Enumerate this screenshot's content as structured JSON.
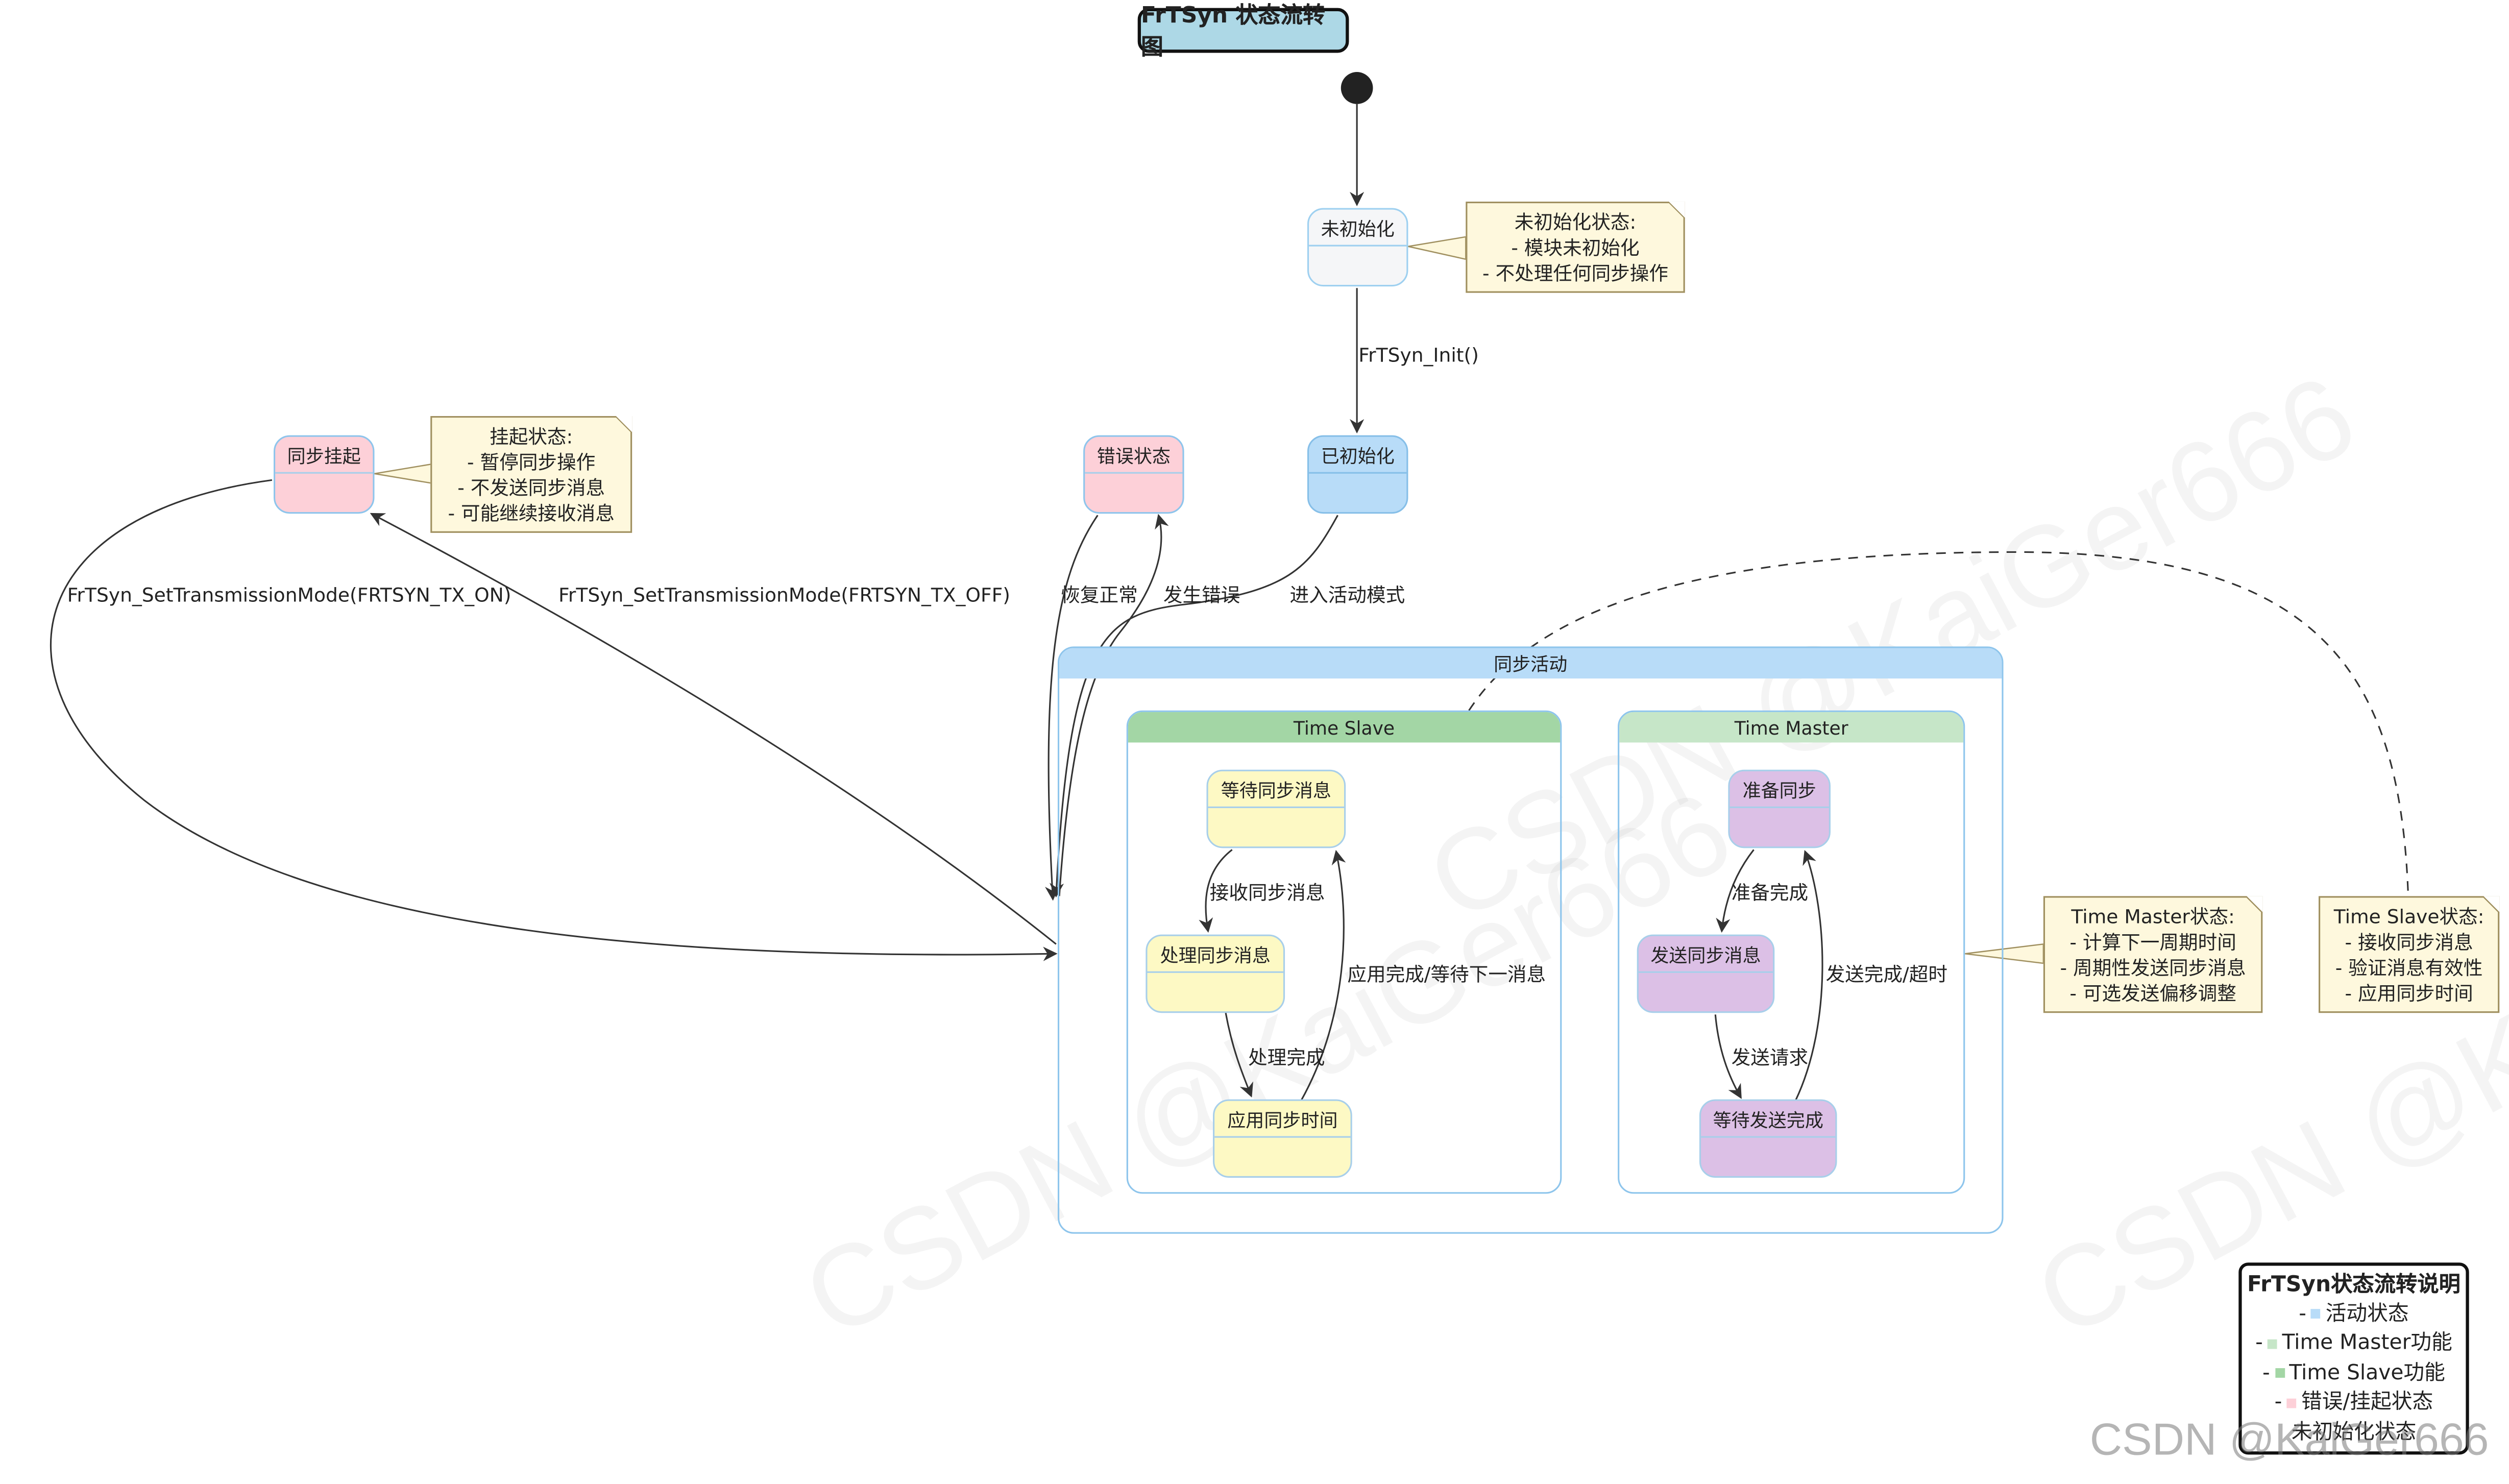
{
  "title": "FrTSyn 状态流转图",
  "states": {
    "uninit": "未初始化",
    "init": "已初始化",
    "error": "错误状态",
    "suspend": "同步挂起",
    "active": "同步活动",
    "slave": "Time Slave",
    "master": "Time Master",
    "wait_msg": "等待同步消息",
    "proc_msg": "处理同步消息",
    "apply_time": "应用同步时间",
    "prep_sync": "准备同步",
    "send_msg": "发送同步消息",
    "wait_send": "等待发送完成"
  },
  "transitions": {
    "init_call": "FrTSyn_Init()",
    "enter_active": "进入活动模式",
    "error_occurs": "发生错误",
    "recover": "恢复正常",
    "tx_off": "FrTSyn_SetTransmissionMode(FRTSYN_TX_OFF)",
    "tx_on": "FrTSyn_SetTransmissionMode(FRTSYN_TX_ON)",
    "recv_msg": "接收同步消息",
    "proc_done": "处理完成",
    "apply_done": "应用完成/等待下一消息",
    "prep_done": "准备完成",
    "send_req": "发送请求",
    "send_done": "发送完成/超时"
  },
  "notes": {
    "uninit": [
      "未初始化状态:",
      "- 模块未初始化",
      "- 不处理任何同步操作"
    ],
    "suspend": [
      "挂起状态:",
      "- 暂停同步操作",
      "- 不发送同步消息",
      "- 可能继续接收消息"
    ],
    "master": [
      "Time Master状态:",
      "- 计算下一周期时间",
      "- 周期性发送同步消息",
      "- 可选发送偏移调整"
    ],
    "slave": [
      "Time Slave状态:",
      "- 接收同步消息",
      "- 验证消息有效性",
      "- 应用同步时间"
    ]
  },
  "legend": {
    "title": "FrTSyn状态流转说明",
    "items": [
      {
        "prefix": "-",
        "label": "活动状态",
        "color": "#b8dcf8"
      },
      {
        "prefix": "-",
        "label": "Time Master功能",
        "color": "#c6e6c8"
      },
      {
        "prefix": "-",
        "label": "Time Slave功能",
        "color": "#a3d6a5"
      },
      {
        "prefix": "-",
        "label": "错误/挂起状态",
        "color": "#fdd0d8"
      },
      {
        "prefix": "",
        "label": "未初始化状态",
        "color": ""
      }
    ]
  },
  "watermark": {
    "text": "CSDN @KaiGer666",
    "footer": "CSDN @KaiGer666"
  },
  "colors": {
    "active_blue": "#b8dcf8",
    "error_pink": "#fdd0d8",
    "slave_yellow": "#fdf9c4",
    "master_purple": "#dcc0e6",
    "slave_header": "#a3d6a5",
    "master_header": "#c6e6c8",
    "note_bg": "#fef8dd"
  }
}
